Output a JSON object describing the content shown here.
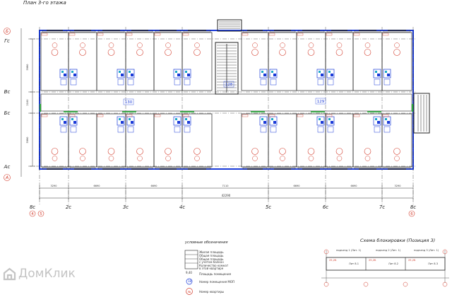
{
  "plan": {
    "title": "План 3-го этажа",
    "left_axes": [
      "Б",
      "Гс",
      "Вс",
      "Бс",
      "Ас",
      "А"
    ],
    "bottom_axes": [
      "8с",
      "2с",
      "3с",
      "4с",
      "5с",
      "6с",
      "7с",
      "8с"
    ],
    "bottom_axis_numbers": [
      "4",
      "5",
      "6"
    ],
    "dims_top": [
      "3290",
      "6690",
      "6690",
      "7110",
      "6690",
      "6690",
      "3290"
    ],
    "dim_total": "42290",
    "corridor_labels": [
      "130",
      "128",
      "129"
    ],
    "left_vertical_dims": [
      "5990",
      "2100",
      "5990"
    ]
  },
  "legend": {
    "title": "условные обозначения",
    "lines": [
      "Жилая площадь",
      "Общая площадь",
      "Общая площадь",
      "с учетом балкон",
      "Количество комнат",
      "в этой квартире",
      "Площадь помещения",
      "Номер помещения МОП",
      "Номер квартиры"
    ],
    "sample_value": "9,40",
    "mop_number": "18",
    "apt_badge": "№"
  },
  "scheme": {
    "title": "Схема блокировки (Позиция 3)",
    "podezd": [
      "подъезд 1 (Лит. 1)",
      "подъезд 2 (Лит. 1)",
      "подъезд 3 (Лит. 1)"
    ],
    "cells": [
      "Лит 8.1",
      "Лит 8.2",
      "Лит 8.3"
    ],
    "sub_labels": [
      "25,2Б",
      "25,2Б",
      "25,2Б"
    ]
  },
  "watermark": {
    "text": "ДомКлик",
    "color": "#c4c4c4"
  },
  "colors": {
    "wall": "#1a3ad8",
    "cyan": "#1aa7c7",
    "red": "#d23a2a",
    "green": "#2aa83a",
    "dark": "#222222"
  }
}
